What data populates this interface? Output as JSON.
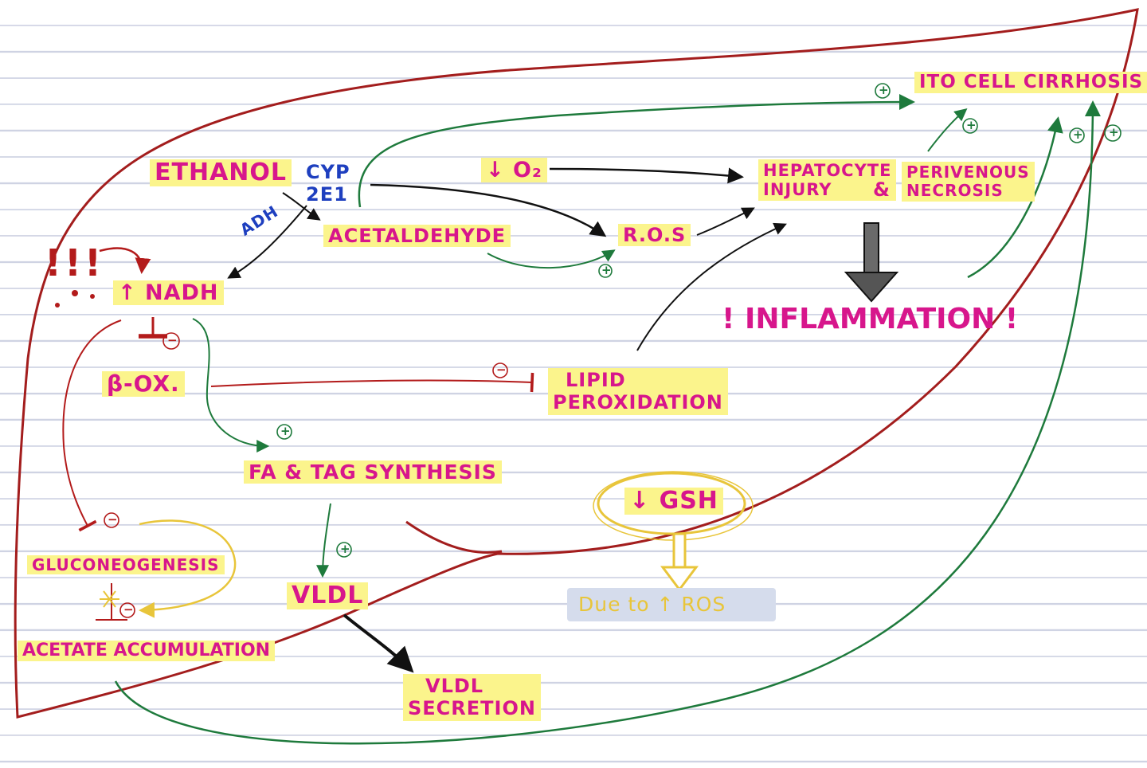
{
  "nodes": {
    "ethanol": "ETHANOL",
    "cyp_line1": "CYP",
    "cyp_line2": "2E1",
    "adh": "ADH",
    "acetaldehyde": "ACETALDEHYDE",
    "o2": "↓ O₂",
    "ros": "R.O.S",
    "hepatocyte_line1": "HEPATOCYTE",
    "hepatocyte_line2": "INJURY",
    "amp": "&",
    "perivenous_line1": "PERIVENOUS",
    "perivenous_line2": "NECROSIS",
    "ito": "ITO CELL CIRRHOSIS",
    "inflammation": "! INFLAMMATION !",
    "exclaim": "!!!",
    "nadh": "↑ NADH",
    "beta_ox": "β-OX.",
    "lipid_line1": "LIPID",
    "lipid_line2": "PEROXIDATION",
    "fa_tag": "FA & TAG SYNTHESIS",
    "gsh": "↓ GSH",
    "due_to": "Due to ↑ ROS",
    "gluconeogenesis": "GLUCONEOGENESIS",
    "acetate": "ACETATE ACCUMULATION",
    "vldl": "VLDL",
    "vldl_sec_line1": "VLDL",
    "vldl_sec_line2": "SECRETION"
  },
  "signs": {
    "plus": "+",
    "minus": "−"
  },
  "colors": {
    "label_magenta": "#d7168c",
    "highlight_yellow": "#fbf48c",
    "liver_outline": "#a31d1d",
    "arrow_green": "#1e7a3c",
    "arrow_black": "#111111",
    "arrow_red": "#b31b1b",
    "enzyme_blue": "#1e3fbf",
    "gsh_yellow": "#e8c53a",
    "due_to_box": "#d5dcec",
    "paper_line": "#cfd3e3"
  }
}
